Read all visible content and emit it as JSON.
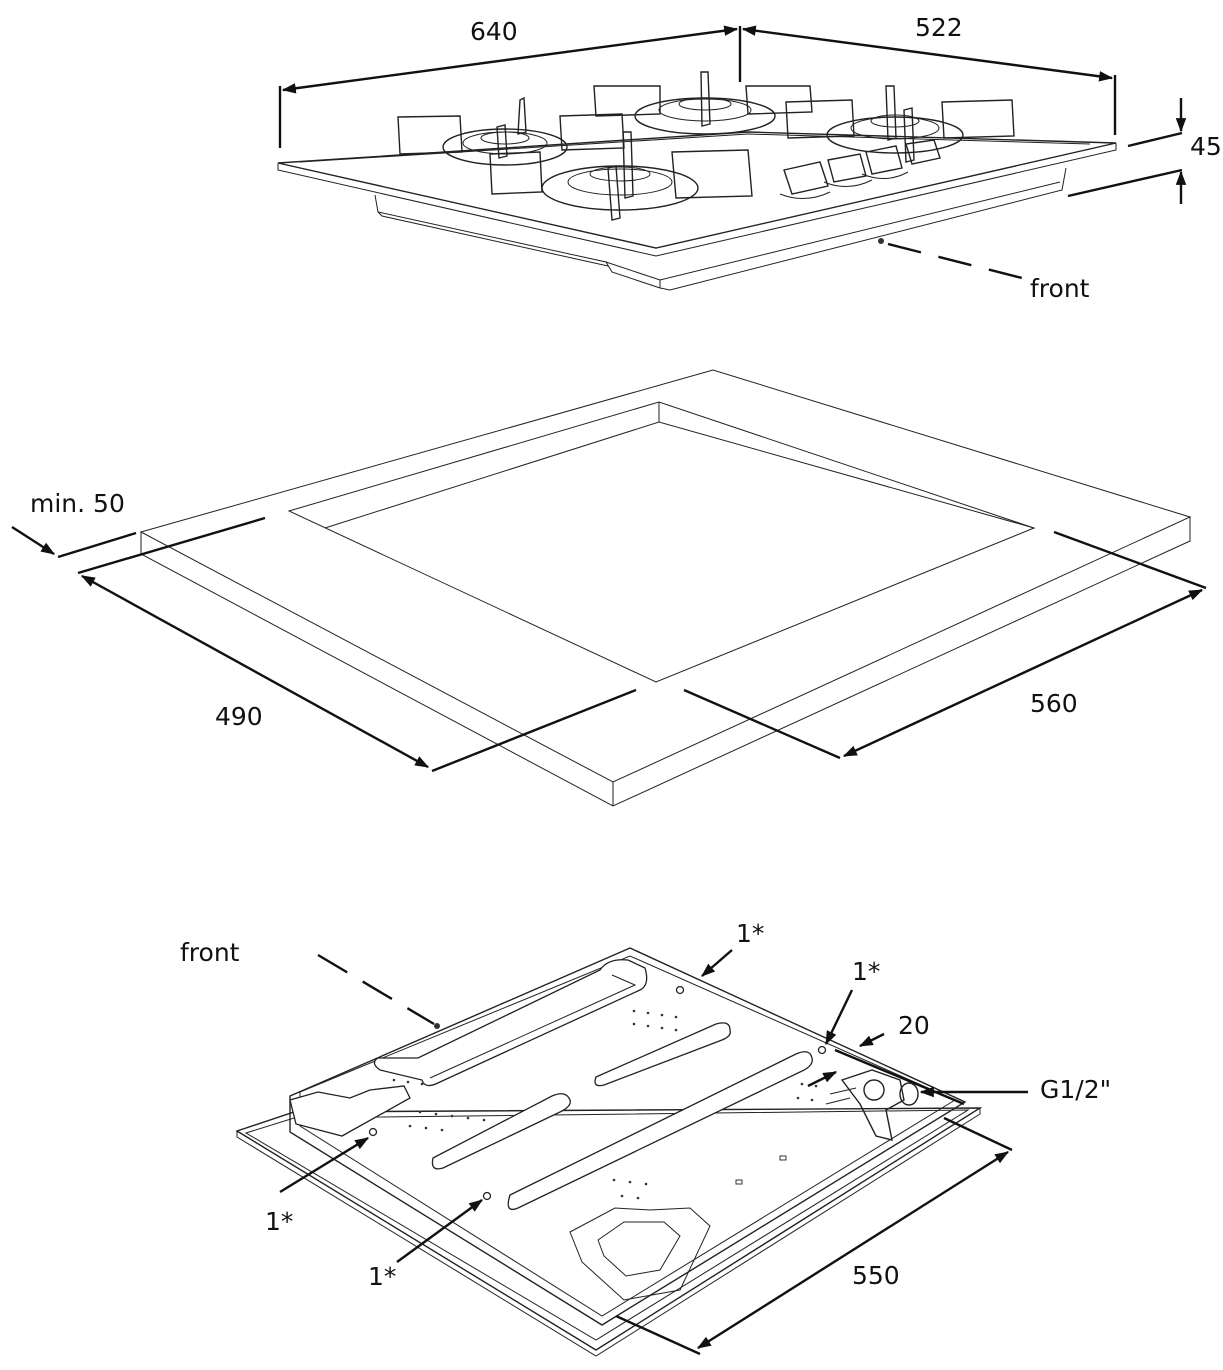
{
  "hob_top_view": {
    "width_label": "640",
    "depth_label": "522",
    "height_label": "45",
    "front_label": "front"
  },
  "worktop_cutout": {
    "min_distance_label": "min. 50",
    "cutout_depth_label": "490",
    "cutout_width_label": "560"
  },
  "hob_bottom_view": {
    "front_label": "front",
    "fixing_point_labels": [
      "1*",
      "1*",
      "1*",
      "1*"
    ],
    "gas_inlet_offset_label": "20",
    "gas_connection_label": "G1/2\"",
    "gas_side_depth_label": "550"
  }
}
